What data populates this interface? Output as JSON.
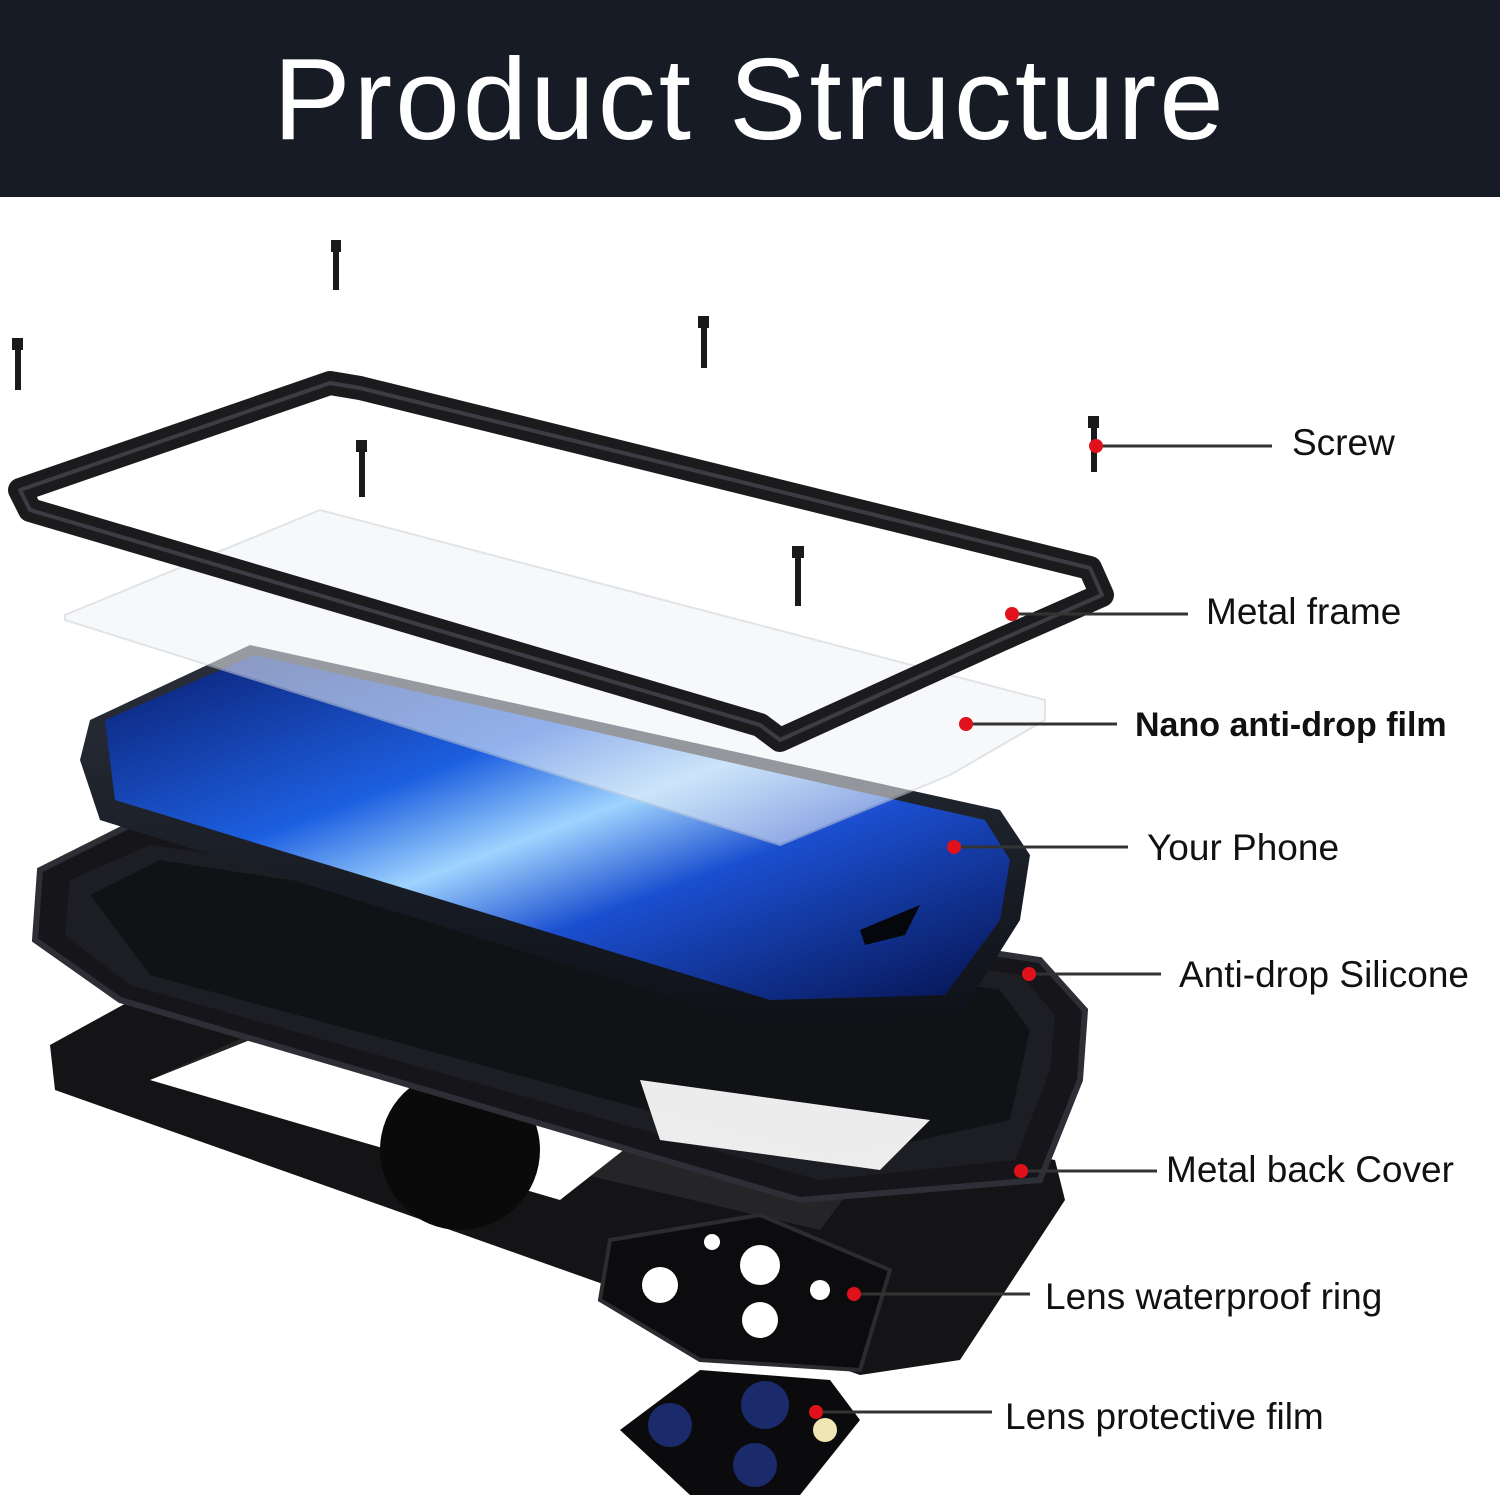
{
  "title": "Product Structure",
  "colors": {
    "header_bg": "#161b26",
    "dot": "#e0111b",
    "frame": "#1b1b1e"
  },
  "labels": {
    "screw": "Screw",
    "metal_frame": "Metal frame",
    "nano_film": "Nano anti-drop film",
    "your_phone": "Your Phone",
    "silicone": "Anti-drop Silicone",
    "back_cover": "Metal back Cover",
    "lens_ring": "Lens waterproof ring",
    "lens_film": "Lens protective film"
  }
}
